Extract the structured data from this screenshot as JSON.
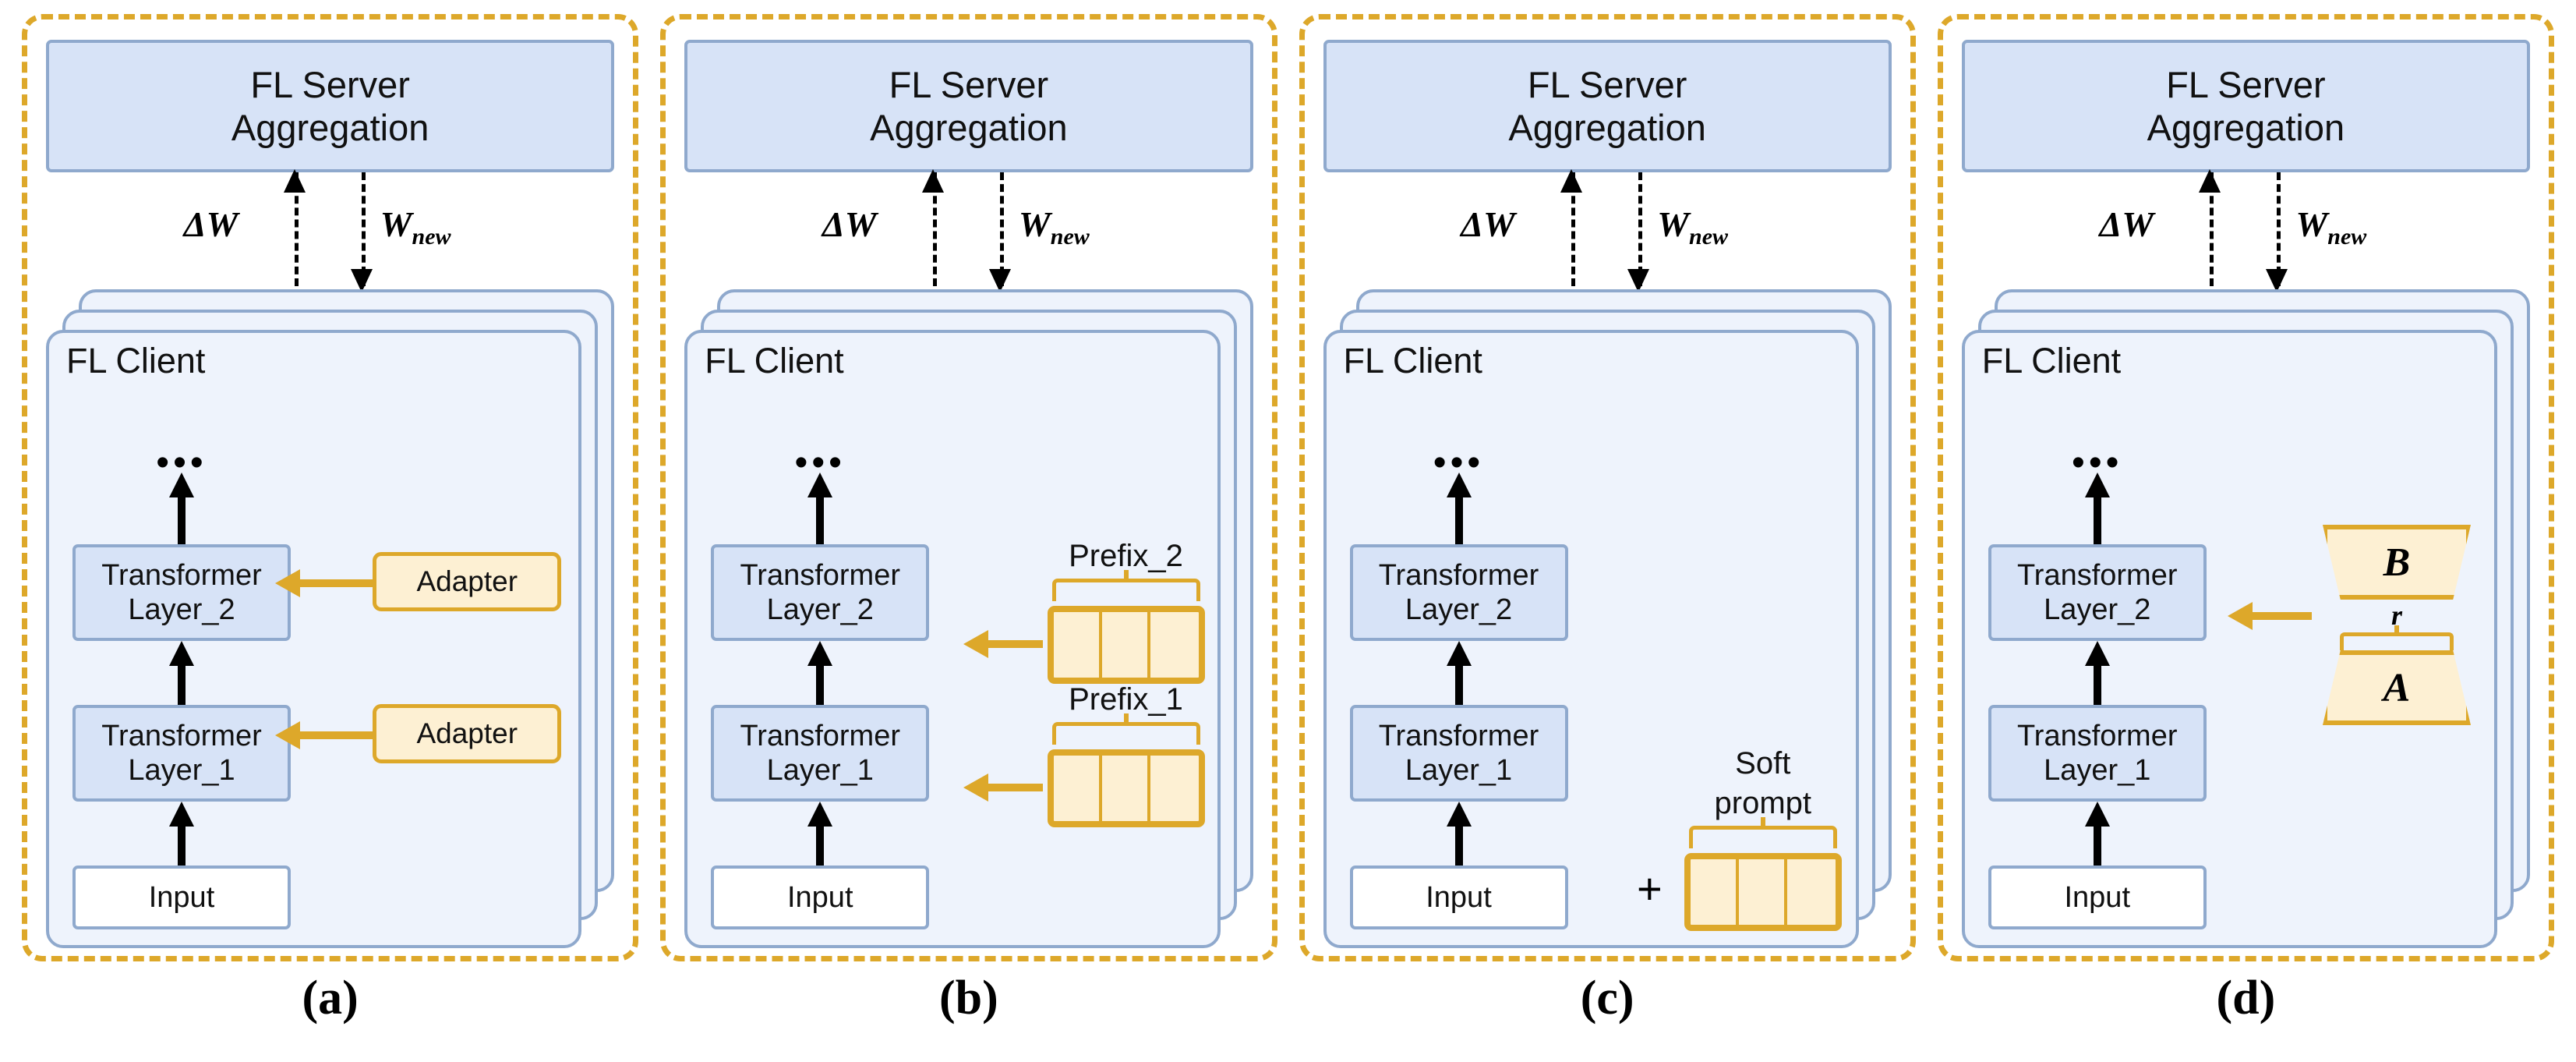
{
  "figure": {
    "panels": [
      {
        "caption": "(a)",
        "server": {
          "line1": "FL Server",
          "line2": "Aggregation"
        },
        "comm": {
          "up": "ΔW",
          "down_base": "W",
          "down_sub": "new"
        },
        "client": {
          "title": "FL Client",
          "ellipsis": "•••"
        },
        "blocks": {
          "layer2": "Transformer Layer_2",
          "layer1": "Transformer Layer_1",
          "input": "Input"
        },
        "method": "adapter",
        "adapters": [
          "Adapter",
          "Adapter"
        ]
      },
      {
        "caption": "(b)",
        "server": {
          "line1": "FL Server",
          "line2": "Aggregation"
        },
        "comm": {
          "up": "ΔW",
          "down_base": "W",
          "down_sub": "new"
        },
        "client": {
          "title": "FL Client",
          "ellipsis": "•••"
        },
        "blocks": {
          "layer2": "Transformer Layer_2",
          "layer1": "Transformer Layer_1",
          "input": "Input"
        },
        "method": "prefix",
        "prefixes": [
          {
            "label": "Prefix_2",
            "cells": 3
          },
          {
            "label": "Prefix_1",
            "cells": 3
          }
        ]
      },
      {
        "caption": "(c)",
        "server": {
          "line1": "FL Server",
          "line2": "Aggregation"
        },
        "comm": {
          "up": "ΔW",
          "down_base": "W",
          "down_sub": "new"
        },
        "client": {
          "title": "FL Client",
          "ellipsis": "•••"
        },
        "blocks": {
          "layer2": "Transformer Layer_2",
          "layer1": "Transformer Layer_1",
          "input": "Input"
        },
        "method": "prompt",
        "soft_prompt": {
          "label_line1": "Soft",
          "label_line2": "prompt",
          "cells": 3,
          "operator": "+"
        }
      },
      {
        "caption": "(d)",
        "server": {
          "line1": "FL Server",
          "line2": "Aggregation"
        },
        "comm": {
          "up": "ΔW",
          "down_base": "W",
          "down_sub": "new"
        },
        "client": {
          "title": "FL Client",
          "ellipsis": "•••"
        },
        "blocks": {
          "layer2": "Transformer Layer_2",
          "layer1": "Transformer Layer_1",
          "input": "Input"
        },
        "method": "lora",
        "lora": {
          "up_matrix": "B",
          "down_matrix": "A",
          "rank": "r"
        }
      }
    ]
  },
  "colors": {
    "dashed_border": "#dda82a",
    "block_fill": "#d7e3f7",
    "block_stroke": "#8fa9cd",
    "client_fill": "#eef3fc",
    "orange_fill": "#fdf0d3",
    "orange_stroke": "#dda82a",
    "arrow_black": "#000000"
  }
}
